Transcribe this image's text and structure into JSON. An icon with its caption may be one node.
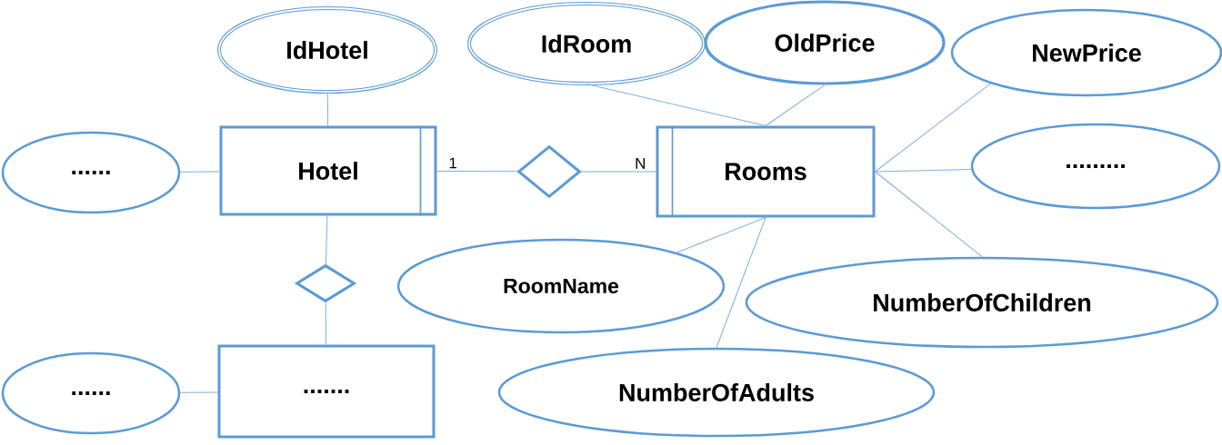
{
  "diagram": {
    "nodes": [
      {
        "text": [
          "IdHotel"
        ]
      },
      {
        "text": [
          "IdRoom"
        ]
      },
      {
        "text": [
          "OldPrice"
        ]
      },
      {
        "text": [
          "NewPrice"
        ]
      },
      {
        "text": [
          "......"
        ]
      },
      {
        "text": [
          "Hotel"
        ]
      },
      {
        "text": [],
        "shape": "diamond"
      },
      {
        "text": [
          "Rooms"
        ]
      },
      {
        "text": [
          "........."
        ]
      },
      {
        "text": [],
        "shape": "diamond"
      },
      {
        "text": [
          "RoomName"
        ]
      },
      {
        "text": [
          "NumberOfChildren"
        ]
      },
      {
        "text": [
          "......"
        ]
      },
      {
        "text": [
          "......."
        ]
      },
      {
        "text": [
          "NumberOfAdults"
        ]
      }
    ],
    "edges": [
      {
        "from": 0,
        "to": 5,
        "arrow": "none"
      },
      {
        "from": 4,
        "to": 5,
        "arrow": "none"
      },
      {
        "from": 5,
        "to": 6,
        "arrow": "none",
        "label": "1"
      },
      {
        "from": 6,
        "to": 7,
        "arrow": "none",
        "label": "N"
      },
      {
        "from": 1,
        "to": 7,
        "arrow": "none"
      },
      {
        "from": 2,
        "to": 7,
        "arrow": "none"
      },
      {
        "from": 3,
        "to": 7,
        "arrow": "none"
      },
      {
        "from": 8,
        "to": 7,
        "arrow": "none"
      },
      {
        "from": 10,
        "to": 7,
        "arrow": "none"
      },
      {
        "from": 11,
        "to": 7,
        "arrow": "none"
      },
      {
        "from": 14,
        "to": 7,
        "arrow": "none"
      },
      {
        "from": 5,
        "to": 9,
        "arrow": "none"
      },
      {
        "from": 9,
        "to": 13,
        "arrow": "none"
      },
      {
        "from": 12,
        "to": 13,
        "arrow": "none"
      }
    ]
  }
}
